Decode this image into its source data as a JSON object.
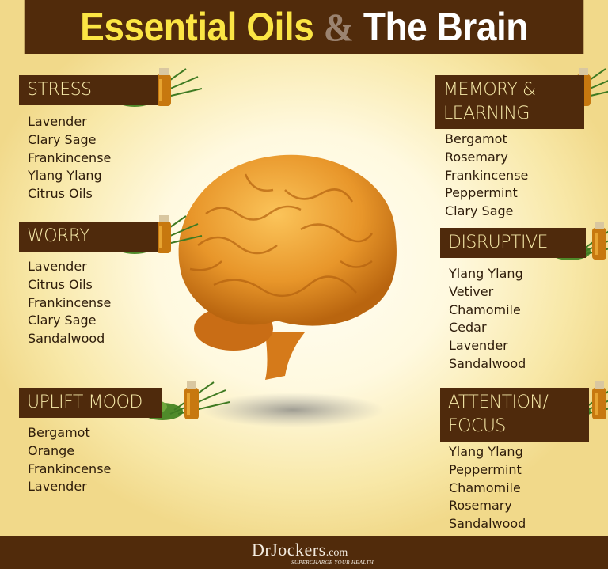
{
  "title": {
    "part1": "Essential Oils",
    "amp": "&",
    "part2": "The Brain"
  },
  "sections": [
    {
      "heading": "STRESS",
      "items": [
        "Lavender",
        "Clary Sage",
        "Frankincense",
        "Ylang Ylang",
        "Citrus Oils"
      ]
    },
    {
      "heading": "WORRY",
      "items": [
        "Lavender",
        "Citrus Oils",
        "Frankincense",
        "Clary Sage",
        "Sandalwood"
      ]
    },
    {
      "heading": "UPLIFT MOOD",
      "items": [
        "Bergamot",
        "Orange",
        "Frankincense",
        "Lavender"
      ]
    },
    {
      "heading": "MEMORY & LEARNING",
      "heading_lines": [
        "MEMORY &",
        "LEARNING"
      ],
      "items": [
        "Bergamot",
        "Rosemary",
        "Frankincense",
        "Peppermint",
        "Clary Sage"
      ]
    },
    {
      "heading": "DISRUPTIVE",
      "items": [
        "Ylang Ylang",
        "Vetiver",
        "Chamomile",
        "Cedar",
        "Lavender",
        "Sandalwood"
      ]
    },
    {
      "heading": "ATTENTION/ FOCUS",
      "heading_lines": [
        "ATTENTION/",
        "FOCUS"
      ],
      "items": [
        "Ylang Ylang",
        "Peppermint",
        "Chamomile",
        "Rosemary",
        "Sandalwood"
      ]
    }
  ],
  "footer": {
    "logo_main": "DrJockers",
    "logo_com": ".com",
    "tagline": "SUPERCHARGE YOUR HEALTH"
  },
  "colors": {
    "brown": "#512b0b",
    "title_yellow": "#fbe544",
    "heading_text": "#f6e9a8",
    "brain": "#e89a28"
  }
}
